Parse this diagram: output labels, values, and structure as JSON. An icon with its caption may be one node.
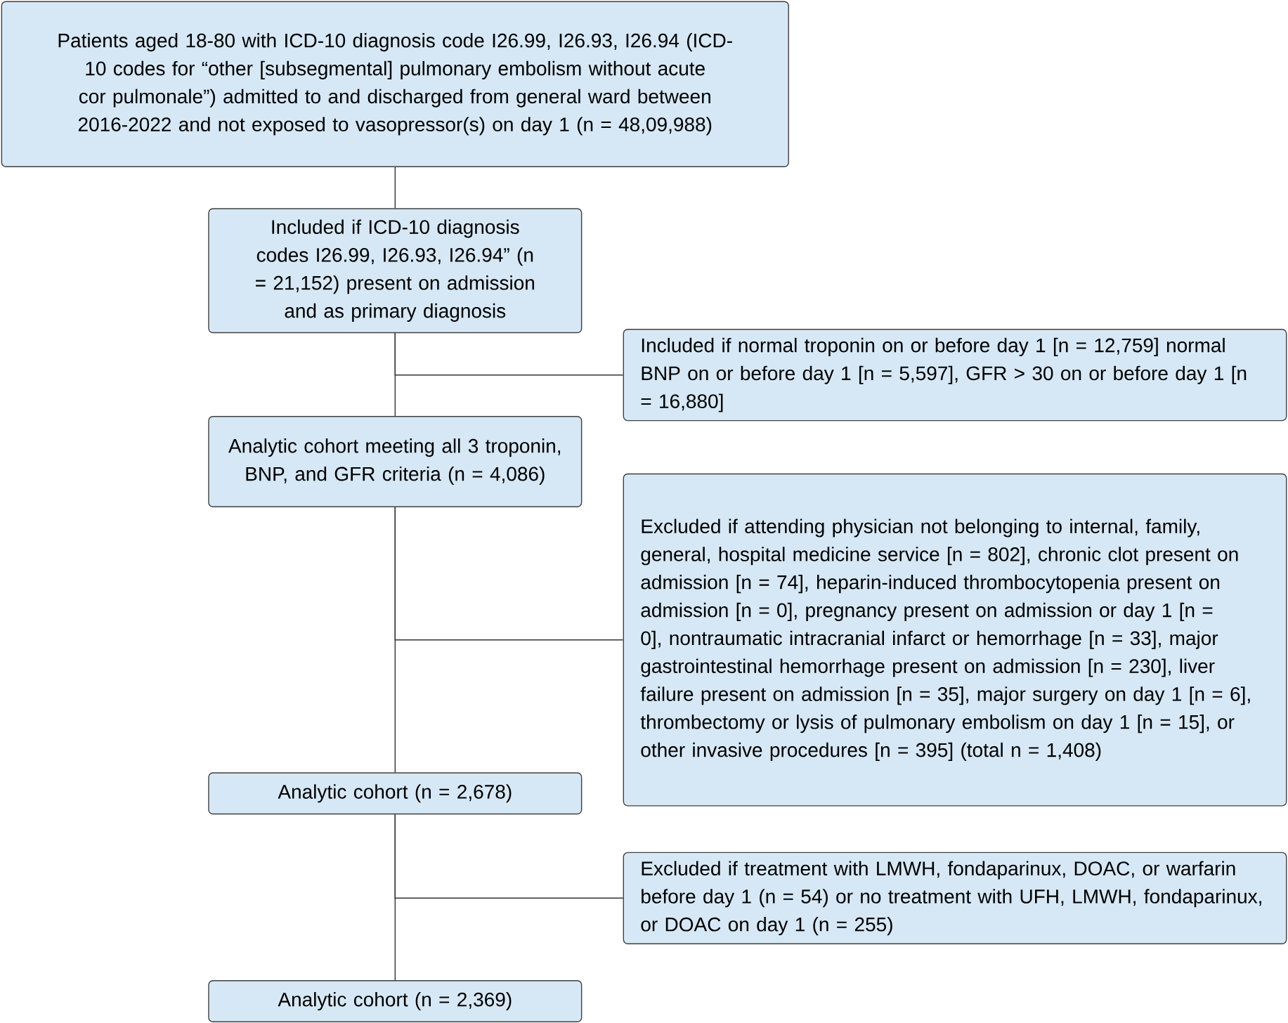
{
  "diagram": {
    "nodes": [
      {
        "text": [
          "Patients aged 18-80 with ICD-10 diagnosis code I26.99, I26.93, I26.94 (ICD-10 codes for “other [subsegmental] pulmonary embolism without acute cor pulmonale”) admitted to and discharged from general ward between 2016-2022 and not exposed to vasopressor(s) on day 1 (n = 48,09,988)"
        ]
      },
      {
        "text": [
          "Included if ICD-10 diagnosis codes I26.99, I26.93, I26.94” (n = 21,152) present on admission and as primary diagnosis"
        ]
      },
      {
        "text": [
          "Included if normal troponin on or before day 1 [n = 12,759] normal BNP on or before day 1 [n = 5,597], GFR > 30 on or before day 1 [n = 16,880]"
        ]
      },
      {
        "text": [
          "Analytic cohort meeting all 3 troponin, BNP, and GFR criteria (n = 4,086)"
        ]
      },
      {
        "text": [
          "Excluded if attending physician not belonging to internal, family, general, hospital medicine service [n = 802], chronic clot present on admission [n = 74], heparin-induced thrombocytopenia present on admission [n = 0], pregnancy present on admission or day 1 [n = 0], nontraumatic intracranial infarct or hemorrhage [n = 33], major gastrointestinal hemorrhage present on admission [n = 230], liver failure present on admission [n = 35], major surgery on day 1 [n = 6], thrombectomy or lysis of pulmonary embolism on day 1 [n = 15], or other invasive procedures [n = 395] (total n = 1,408)"
        ]
      },
      {
        "text": [
          "Analytic cohort (n = 2,678)"
        ]
      },
      {
        "text": [
          "Excluded if treatment with LMWH, fondaparinux, DOAC, or warfarin before day 1 (n = 54) or no treatment with UFH, LMWH, fondaparinux, or DOAC on day 1 (n = 255)"
        ]
      },
      {
        "text": [
          "Analytic cohort (n = 2,369)"
        ]
      }
    ],
    "edges": [
      {
        "from": 0,
        "to": 1,
        "arrow": "none"
      },
      {
        "from": 1,
        "to": 3,
        "arrow": "none"
      },
      {
        "from": 1,
        "to": 2,
        "arrow": "none"
      },
      {
        "from": 3,
        "to": 5,
        "arrow": "none"
      },
      {
        "from": 3,
        "to": 4,
        "arrow": "none"
      },
      {
        "from": 5,
        "to": 7,
        "arrow": "none"
      },
      {
        "from": 5,
        "to": 6,
        "arrow": "none"
      }
    ]
  }
}
